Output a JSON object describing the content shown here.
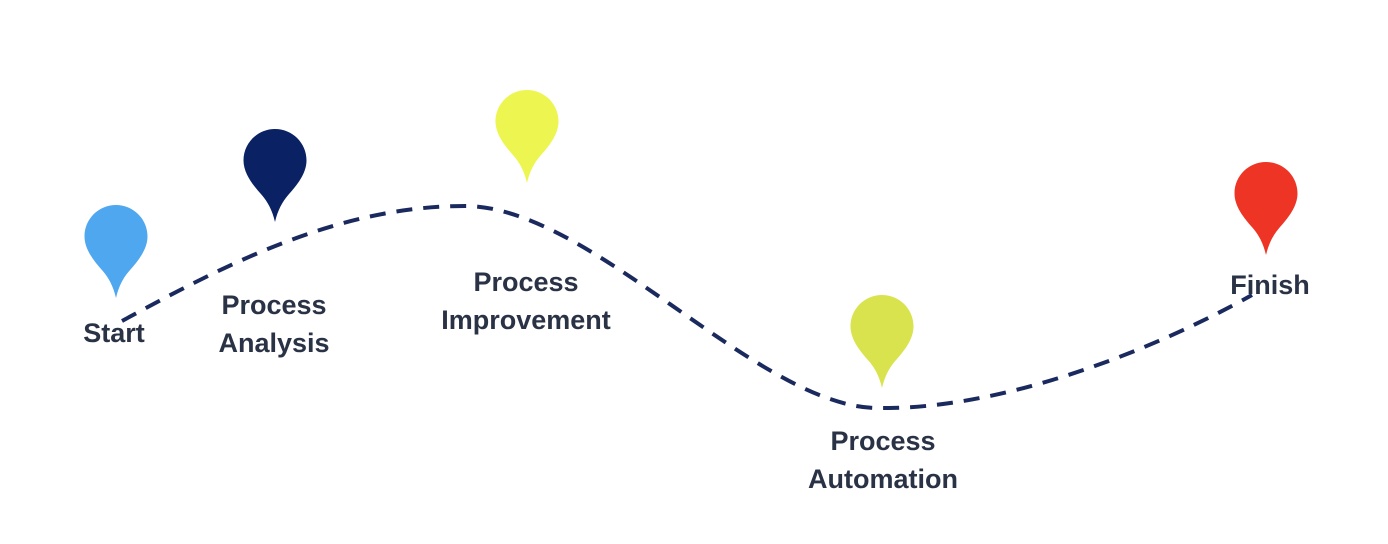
{
  "diagram": {
    "background": "#ffffff",
    "line_color": "#1b2a5e",
    "text_color": "#2a3245"
  },
  "milestones": [
    {
      "id": "start",
      "label": "Start",
      "pin_color": "#4fa8ef"
    },
    {
      "id": "analysis",
      "label": "Process Analysis",
      "pin_color": "#0a2263"
    },
    {
      "id": "improvement",
      "label": "Process Improvement",
      "pin_color": "#edf650"
    },
    {
      "id": "automation",
      "label": "Process Automation",
      "pin_color": "#d9e34e"
    },
    {
      "id": "finish",
      "label": "Finish",
      "pin_color": "#ee3425"
    }
  ]
}
